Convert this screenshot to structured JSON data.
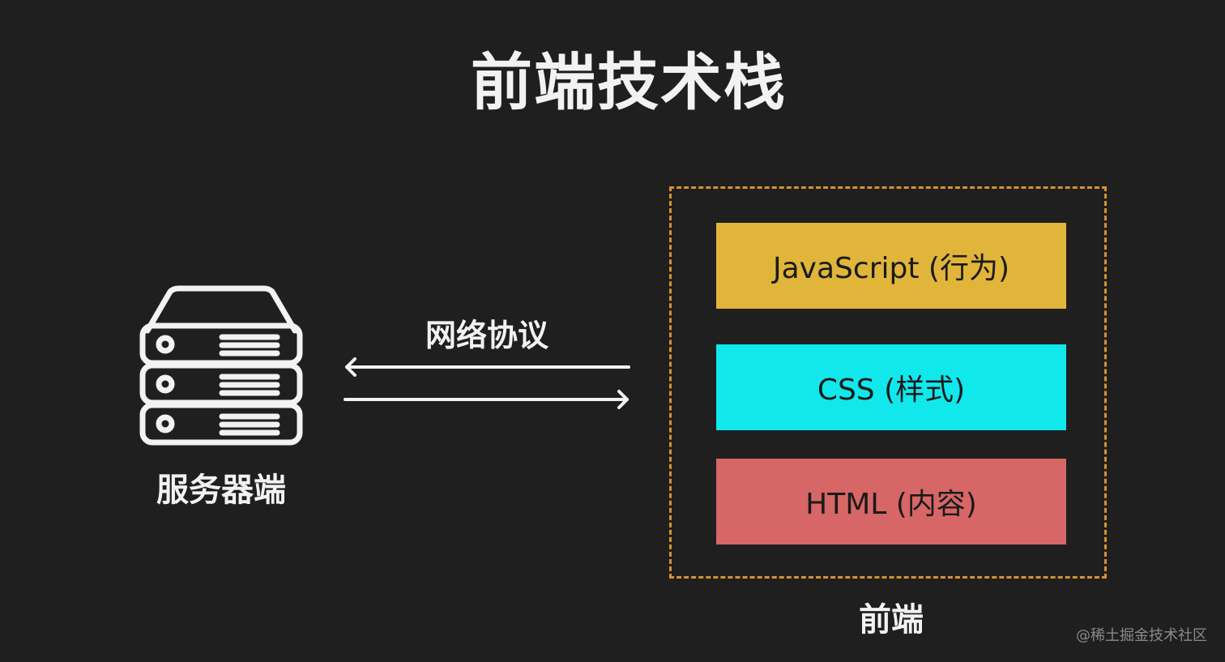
{
  "title": "前端技术栈",
  "server": {
    "label": "服务器端",
    "icon": "server-stack-icon"
  },
  "protocol": {
    "label": "网络协议"
  },
  "frontend": {
    "label": "前端",
    "layers": [
      {
        "label": "JavaScript (行为)",
        "color": "#e0b53a"
      },
      {
        "label": "CSS (样式)",
        "color": "#10e8ec"
      },
      {
        "label": "HTML (内容)",
        "color": "#d76666"
      }
    ],
    "border_color": "#d9902e"
  },
  "watermark": "@稀土掘金技术社区",
  "colors": {
    "background": "#1f1f1f",
    "foreground": "#f2f2f2"
  }
}
